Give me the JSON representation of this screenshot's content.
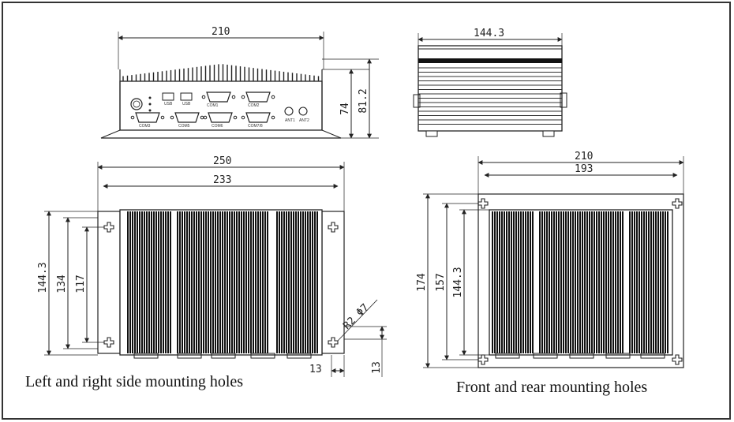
{
  "dimensions": {
    "front_width": "210",
    "front_height_inner": "74",
    "front_height_outer": "81.2",
    "side_width": "144.3",
    "lr_outer_width": "250",
    "lr_inner_width": "233",
    "lr_height_outer": "144.3",
    "lr_height_mid": "134",
    "lr_height_inner": "117",
    "hole_spec": "R2 Φ7",
    "hole_offset_x": "13",
    "hole_offset_y": "13",
    "fr_outer_width": "210",
    "fr_inner_width": "193",
    "fr_height_outer": "174",
    "fr_height_mid": "157",
    "fr_height_inner": "144.3"
  },
  "captions": {
    "left_right": "Left and right side mounting holes",
    "front_rear": "Front and rear mounting holes"
  },
  "panel_labels": [
    "COM3",
    "USB",
    "USB",
    "COM1",
    "COM2",
    "COM5",
    "COM6",
    "COM7/8",
    "ANT1",
    "ANT2"
  ],
  "colors": {
    "line": "#222222",
    "fin": "#111111",
    "border": "#333333"
  }
}
